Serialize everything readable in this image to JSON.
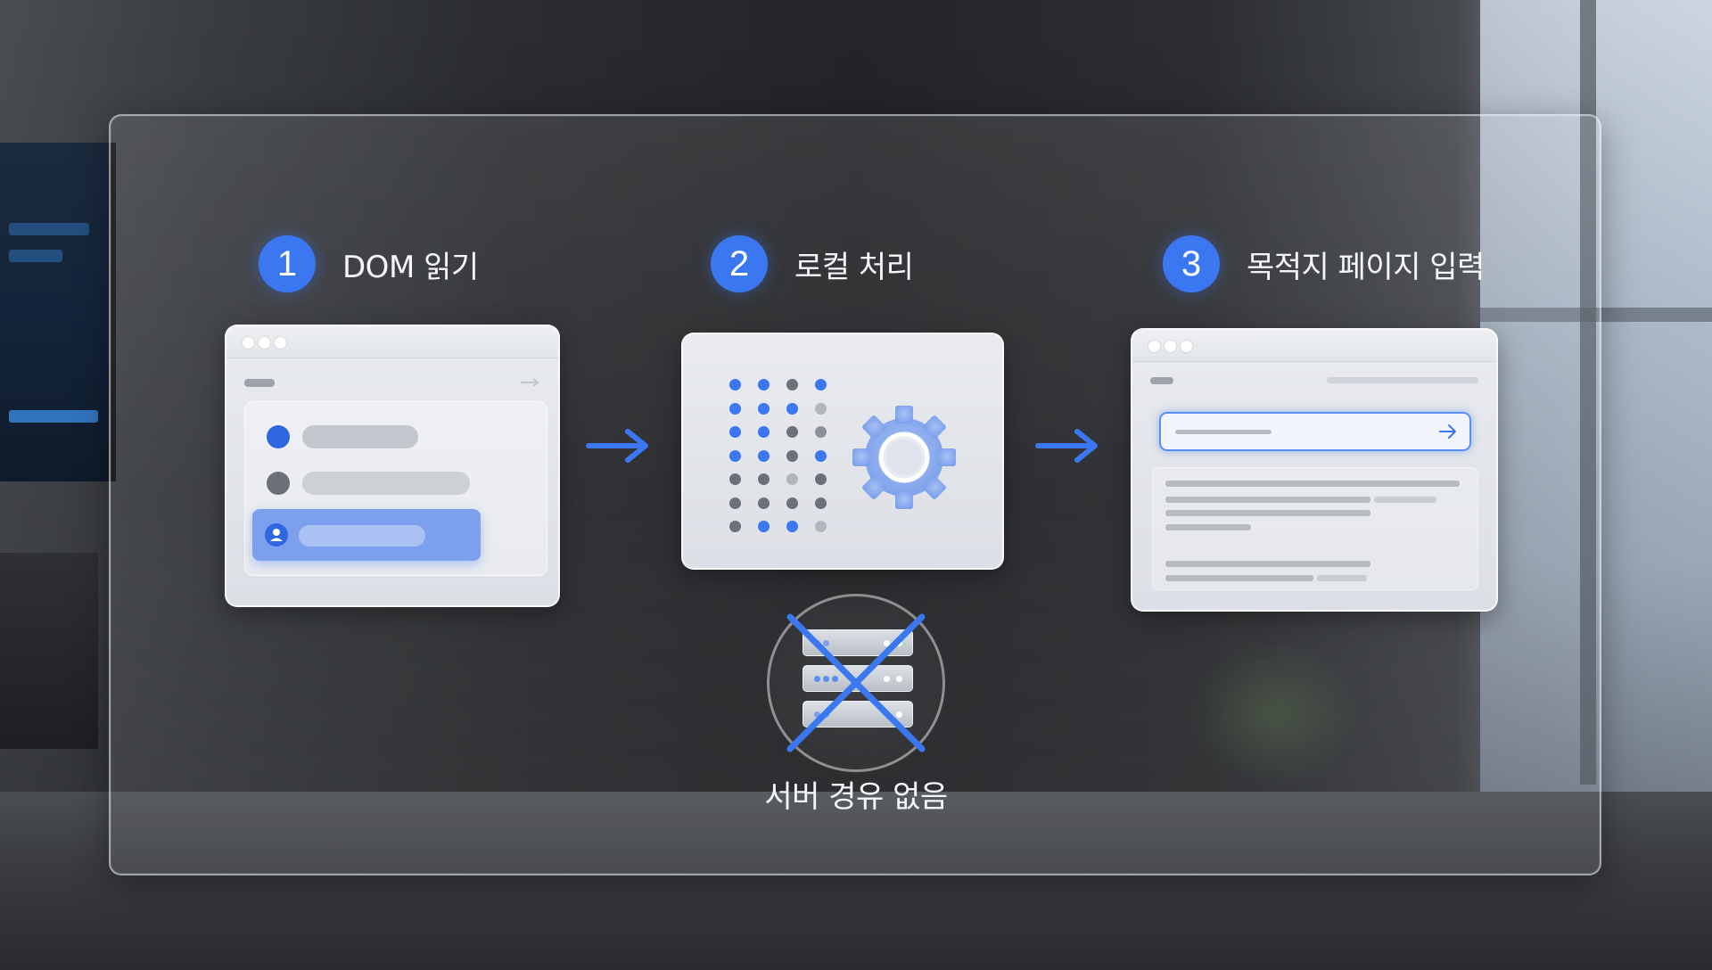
{
  "steps": [
    {
      "number": "1",
      "label": "DOM 읽기"
    },
    {
      "number": "2",
      "label": "로컬 처리"
    },
    {
      "number": "3",
      "label": "목적지 페이지 입력"
    }
  ],
  "no_server": {
    "label": "서버 경유 없음"
  },
  "colors": {
    "accent": "#3b77f0",
    "card": "#e4e7ec",
    "text": "#f4f6f9"
  },
  "icons": {
    "gear": "gear-icon",
    "server": "server-icon",
    "arrow": "arrow-right-icon",
    "cross": "cross-icon"
  }
}
